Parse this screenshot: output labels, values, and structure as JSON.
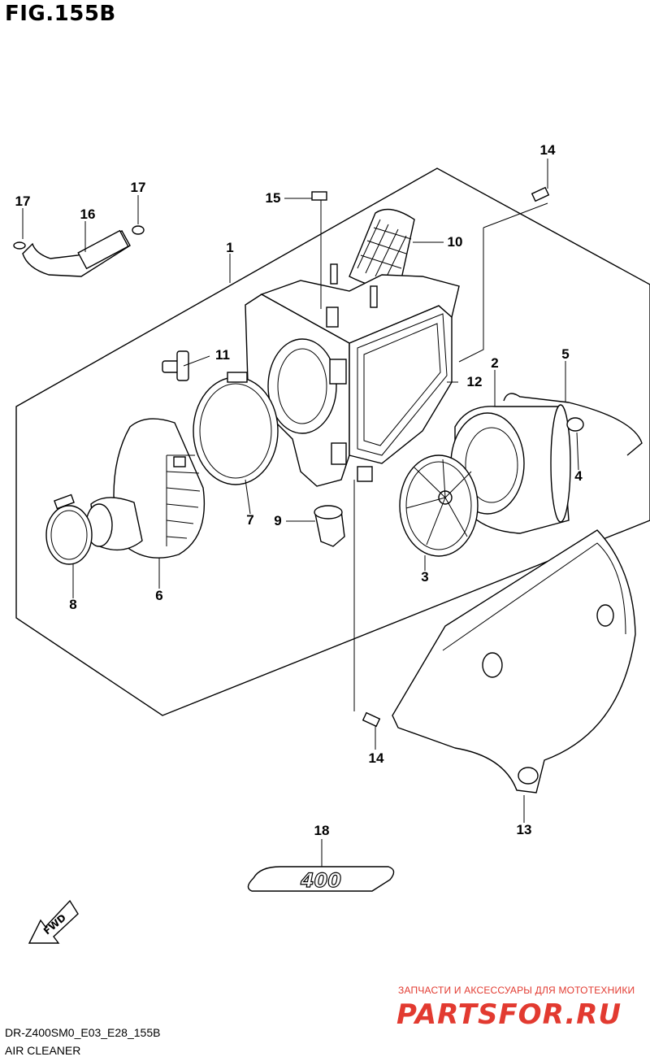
{
  "figure": {
    "title": "FIG.155B",
    "code": "DR-Z400SM0_E03_E28_155B",
    "name": "AIR CLEANER"
  },
  "callouts": {
    "c1": "1",
    "c2": "2",
    "c3": "3",
    "c4": "4",
    "c5": "5",
    "c6": "6",
    "c7": "7",
    "c8": "8",
    "c9": "9",
    "c10": "10",
    "c11": "11",
    "c12": "12",
    "c13": "13",
    "c14a": "14",
    "c14b": "14",
    "c15": "15",
    "c16": "16",
    "c17a": "17",
    "c17b": "17",
    "c18": "18"
  },
  "emblem": {
    "text": "400"
  },
  "fwd_arrow": {
    "text": "FWD"
  },
  "watermark": {
    "tagline": "ЗАПЧАСТИ И АКСЕССУАРЫ ДЛЯ МОТОТЕХНИКИ",
    "logo": "PARTSFOR.RU"
  },
  "colors": {
    "line": "#000000",
    "background": "#ffffff",
    "watermark": "#e23a30"
  }
}
